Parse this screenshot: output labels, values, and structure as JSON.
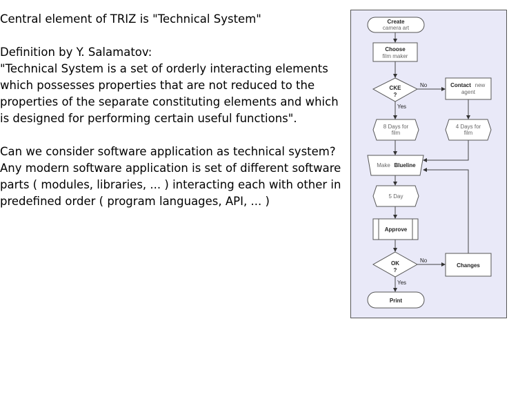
{
  "text": {
    "line1": "Central element of TRIZ is \"Technical System\"",
    "line2": "Definition by Y. Salamatov:",
    "line3": " \"Technical System is a set of orderly interacting elements which possesses properties that are not reduced to the properties of the separate constituting elements and which is designed for performing certain useful functions\".",
    "line4": "Can we consider software application as technical system?",
    "line5": "Any modern software application is set of different software parts ( modules, libraries, ... ) interacting each with other in predefined order ( program languages, API, ... )"
  },
  "flowchart": {
    "create_bold": "Create",
    "create_sub": "camera art",
    "choose_bold": "Choose",
    "choose_sub": "film maker",
    "cke": "CKE",
    "cke_q": "?",
    "no1": "No",
    "yes1": "Yes",
    "contact_bold": "Contact",
    "contact_sub1": "new",
    "contact_sub2": "agent",
    "days8_1": "8 Days for",
    "days8_2": "film",
    "days4_1": "4 Days for",
    "days4_2": "film",
    "make": "Make",
    "blueline": "Blueline",
    "day5": "5 Day",
    "approve": "Approve",
    "ok": "OK",
    "ok_q": "?",
    "no2": "No",
    "yes2": "Yes",
    "changes": "Changes",
    "print": "Print",
    "bg_color": "#e9e9f8"
  }
}
